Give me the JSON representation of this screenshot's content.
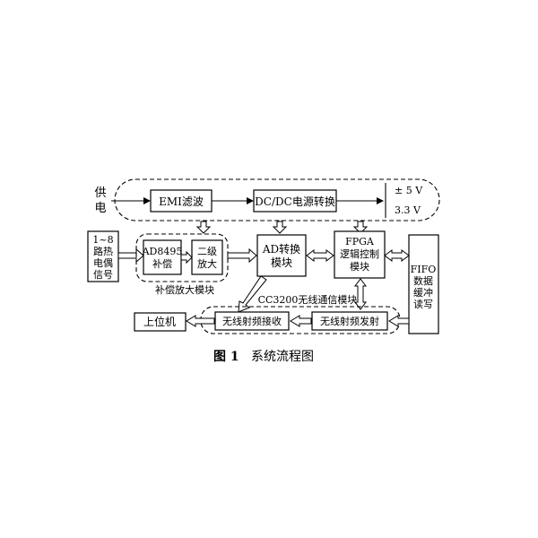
{
  "nodes": {
    "supply_label": [
      "供",
      "电"
    ],
    "emi": "EMI滤波",
    "dcdc": "DC/DC电源转换",
    "volt1": "± 5 V",
    "volt2": "3.3 V",
    "thermo": [
      "1~8",
      "路热",
      "电偶",
      "信号"
    ],
    "ad8495": [
      "AD8495",
      "补偿"
    ],
    "amp2": [
      "二级",
      "放大"
    ],
    "comp_module": "补偿放大模块",
    "adc": [
      "AD转换",
      "模块"
    ],
    "fpga": [
      "FPGA",
      "逻辑控制",
      "模块"
    ],
    "fifo": [
      "FIFO",
      "数据",
      "缓冲",
      "读写"
    ],
    "cc3200": "CC3200无线通信模块",
    "host": "上位机",
    "rx": "无线射频接收",
    "tx": "无线射频发射"
  },
  "caption": {
    "fig": "图 1",
    "title": "系统流程图"
  }
}
